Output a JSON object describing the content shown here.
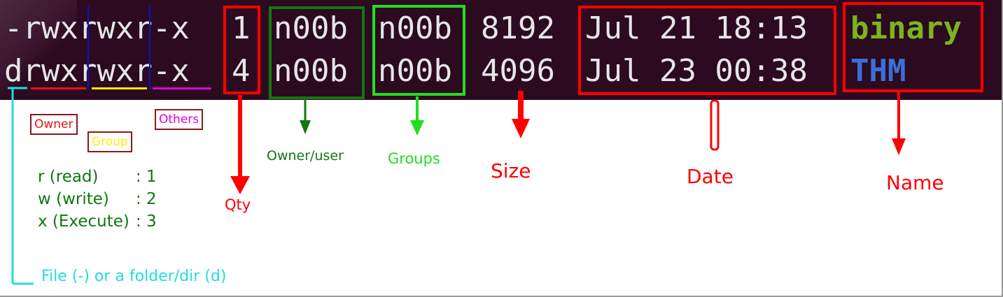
{
  "terminal": {
    "rows": [
      {
        "perms": "-rwxrwxr-x",
        "qty": "1",
        "owner": "n00b",
        "group": "n00b",
        "size": "8192",
        "date": "Jul 21 18:13",
        "name": "binary"
      },
      {
        "perms": "drwxrwxr-x",
        "qty": "4",
        "owner": "n00b",
        "group": "n00b",
        "size": "4096",
        "date": "Jul 23 00:38",
        "name": "THM"
      }
    ]
  },
  "labels": {
    "owner": "Owner",
    "group": "Group",
    "others": "Others",
    "qty": "Qty",
    "owner_user": "Owner/user",
    "groups": "Groups",
    "size": "Size",
    "date": "Date",
    "name": "Name",
    "file_type": "File (-) or a folder/dir (d)"
  },
  "legend": [
    {
      "key": "r (read)",
      "value": ": 1"
    },
    {
      "key": "w (write)",
      "value": ": 2"
    },
    {
      "key": "x (Execute)",
      "value": ": 3"
    }
  ],
  "colors": {
    "terminal_bg": "#2c0a1f",
    "red": "#ff0000",
    "dark_green": "#117711",
    "bright_green": "#22dd22",
    "cyan": "#22dddd",
    "yellow": "#ffee00",
    "magenta": "#dd00dd",
    "binary_green": "#7ab51d",
    "thm_blue": "#3a6fd8"
  }
}
